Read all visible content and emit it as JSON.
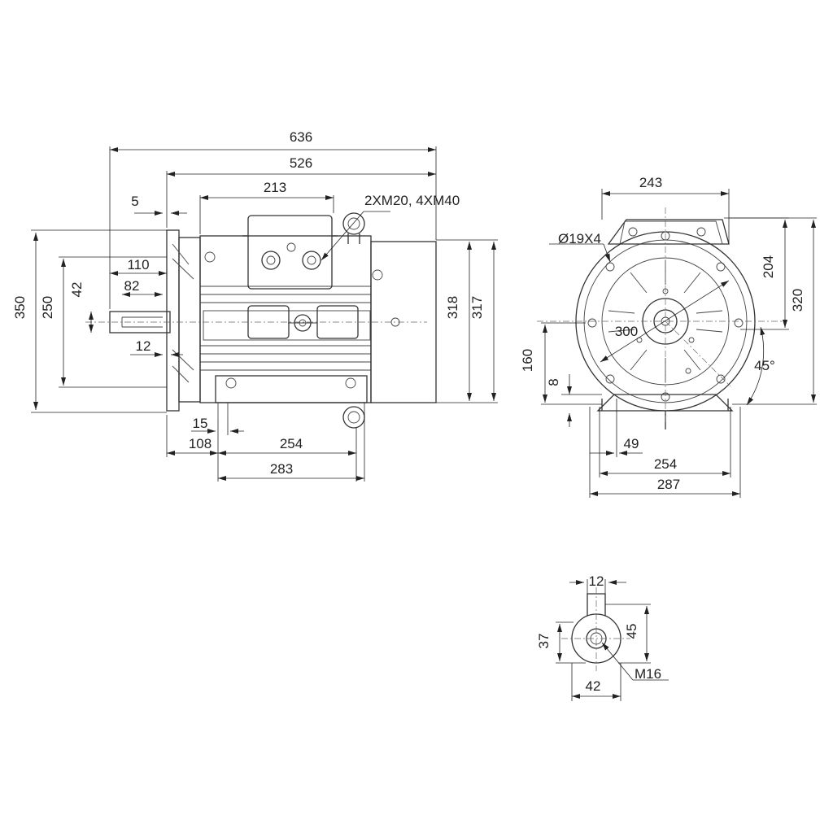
{
  "dimensions": {
    "overall_length": "636",
    "length_no_shaft": "526",
    "terminal_box_width": "213",
    "shaft_shoulder": "5",
    "shaft_length": "110",
    "key_length": "82",
    "shaft_diameter": "42",
    "key_width_side": "12",
    "flange_diameter": "350",
    "spigot_diameter": "250",
    "height_318": "318",
    "height_317": "317",
    "foot_offset": "15",
    "shaft_to_foot": "108",
    "foot_hole_spacing": "254",
    "foot_length": "283",
    "cable_entries": "2XM20, 4XM40",
    "top_width": "243",
    "flange_holes": "Ø19X4",
    "pcd": "300",
    "angle": "45°",
    "box_height": "204",
    "overall_height": "320",
    "shaft_height": "160",
    "foot_thickness": "8",
    "foot_width_49": "49",
    "foot_span_254": "254",
    "foot_span_287": "287",
    "key_width": "12",
    "key_height_37": "37",
    "key_height_45": "45",
    "shaft_dia_end": "42",
    "thread": "M16"
  }
}
